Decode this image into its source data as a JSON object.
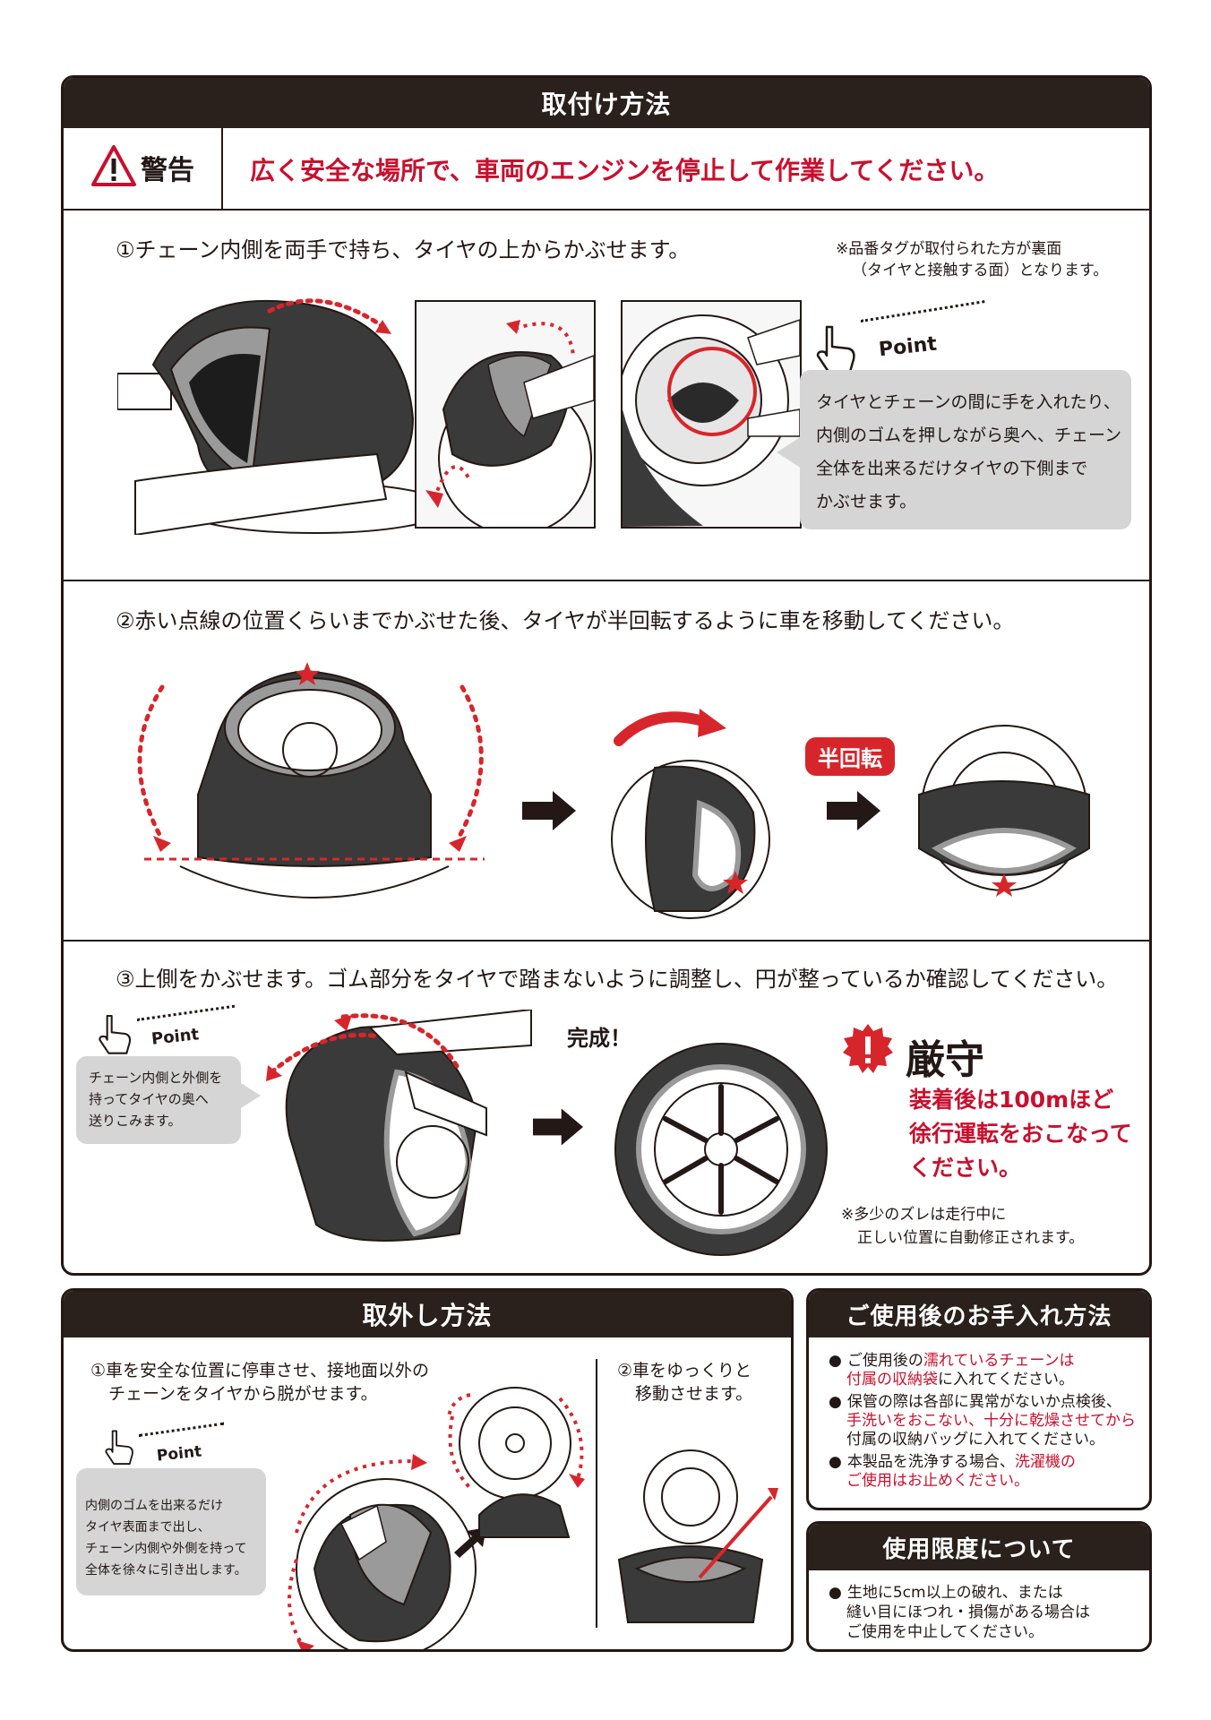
{
  "install": {
    "title": "取付け方法",
    "warning_label": "警告",
    "warning_text": "広く安全な場所で、車両のエンジンを停止して作業してください。",
    "step1": {
      "text": "①チェーン内側を両手で持ち、タイヤの上からかぶせます。",
      "note_line1": "※品番タグが取付られた方が裏面",
      "note_line2": "（タイヤと接触する面）となります。",
      "point_label": "Point",
      "point_lines": [
        "タイヤとチェーンの間に手を入れたり、",
        "内側のゴムを押しながら奥へ、チェーン",
        "全体を出来るだけタイヤの下側まで",
        "かぶせます。"
      ]
    },
    "step2": {
      "text": "②赤い点線の位置くらいまでかぶせた後、タイヤが半回転するように車を移動してください。",
      "half_turn_label": "半回転"
    },
    "step3": {
      "text": "③上側をかぶせます。ゴム部分をタイヤで踏まないように調整し、円が整っているか確認してください。",
      "point_label": "Point",
      "point_lines": [
        "チェーン内側と外側を",
        "持ってタイヤの奥へ",
        "送りこみます。"
      ],
      "complete_label": "完成！",
      "strict_label": "厳守",
      "strict_lines": [
        "装着後は100mほど",
        "徐行運転をおこなって",
        "ください。"
      ],
      "note_line1": "※多少のズレは走行中に",
      "note_line2": "正しい位置に自動修正されます。"
    }
  },
  "removal": {
    "title": "取外し方法",
    "step1_line1": "①車を安全な位置に停車させ、接地面以外の",
    "step1_line2": "チェーンをタイヤから脱がせます。",
    "point_label": "Point",
    "point_lines": [
      "内側のゴムを出来るだけ",
      "タイヤ表面まで出し、",
      "チェーン内側や外側を持って",
      "全体を徐々に引き出します。"
    ],
    "step2_line1": "②車をゆっくりと",
    "step2_line2": "移動させます。"
  },
  "care": {
    "title": "ご使用後のお手入れ方法",
    "b1_pre": "ご使用後の",
    "b1_red": "濡れているチェーンは",
    "b1_red2": "付属の収納袋",
    "b1_post": "に入れてください。",
    "b2_line1": "保管の際は各部に異常がないか点検後、",
    "b2_red": "手洗いをおこない、十分に乾燥させてから",
    "b2_line3": "付属の収納バッグに入れてください。",
    "b3_pre": "本製品を洗浄する場合、",
    "b3_red": "洗濯機の",
    "b3_red2": "ご使用はお止めください。"
  },
  "limit": {
    "title": "使用限度について",
    "line1": "生地に5cm以上の破れ、または",
    "line2": "縫い目にほつれ・損傷がある場合は",
    "line3": "ご使用を中止してください。"
  }
}
